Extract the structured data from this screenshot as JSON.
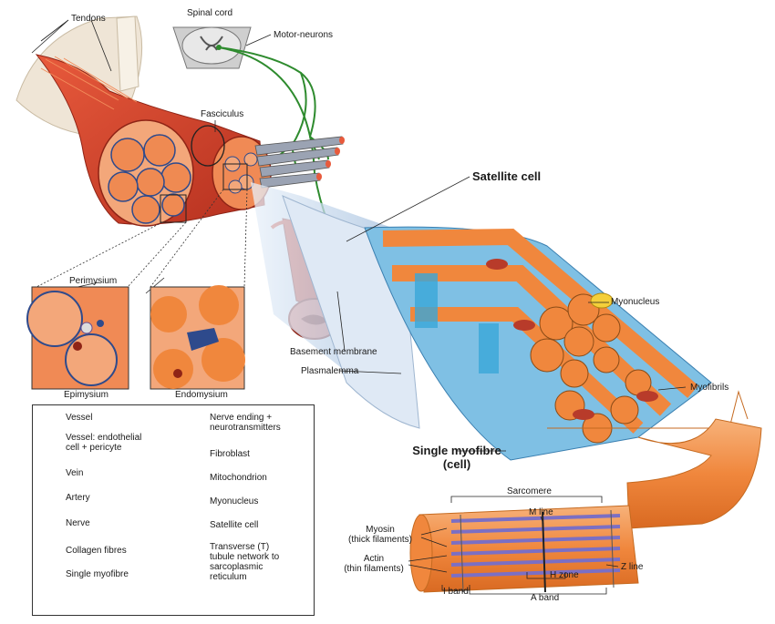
{
  "labels": {
    "tendons": "Tendons",
    "spinal_cord": "Spinal cord",
    "motor_neurons": "Motor-neurons",
    "fasciculus": "Fasciculus",
    "satellite_cell": "Satellite cell",
    "perimysium": "Perimysium",
    "epimysium": "Epimysium",
    "endomysium": "Endomysium",
    "myonucleus": "Myonucleus",
    "basement_membrane": "Basement membrane",
    "plasmalemma": "Plasmalemma",
    "myofibrils": "Myofibrils",
    "single_myofibre_l1": "Single myofibre",
    "single_myofibre_l2": "(cell)",
    "sarcomere": "Sarcomere",
    "m_line": "M line",
    "myosin_l1": "Myosin",
    "myosin_l2": "(thick filaments)",
    "actin_l1": "Actin",
    "actin_l2": "(thin filaments)",
    "h_zone": "H zone",
    "z_line": "Z line",
    "i_band": "I band",
    "a_band": "A band"
  },
  "legend": {
    "left": [
      {
        "icon": "vessel",
        "lines": [
          "Vessel"
        ]
      },
      {
        "icon": "vessel-endothelial",
        "lines": [
          "Vessel: endothelial",
          "cell + pericyte"
        ]
      },
      {
        "icon": "vein",
        "lines": [
          "Vein"
        ]
      },
      {
        "icon": "artery",
        "lines": [
          "Artery"
        ]
      },
      {
        "icon": "nerve",
        "lines": [
          "Nerve"
        ]
      },
      {
        "icon": "collagen-fibres",
        "lines": [
          "Collagen fibres"
        ]
      },
      {
        "icon": "single-myofibre",
        "lines": [
          "Single myofibre"
        ]
      }
    ],
    "right": [
      {
        "icon": "nerve-ending",
        "lines": [
          "Nerve ending +",
          "neurotransmitters"
        ]
      },
      {
        "icon": "fibroblast",
        "lines": [
          "Fibroblast"
        ]
      },
      {
        "icon": "mitochondrion",
        "lines": [
          "Mitochondrion"
        ]
      },
      {
        "icon": "myonucleus",
        "lines": [
          "Myonucleus"
        ]
      },
      {
        "icon": "satellite-cell",
        "lines": [
          "Satellite cell"
        ]
      },
      {
        "icon": "t-tubule",
        "lines": [
          "Transverse (T)",
          "tubule network to",
          "sarcoplasmic",
          "reticulum"
        ]
      }
    ]
  },
  "colors": {
    "muscle_red": "#d9472f",
    "muscle_light": "#f28c5b",
    "fibre_orange": "#f0873d",
    "fibre_light": "#f7b27a",
    "connective_blue": "#2e4a8c",
    "nerve_green": "#2e8b2e",
    "membrane_blue": "#b9cfe6",
    "ttubule_cyan": "#3aa6d8",
    "myosin_purple": "#7b6fc4",
    "bone": "#ede6d6",
    "myonucleus_yellow": "#f4cf3a"
  }
}
